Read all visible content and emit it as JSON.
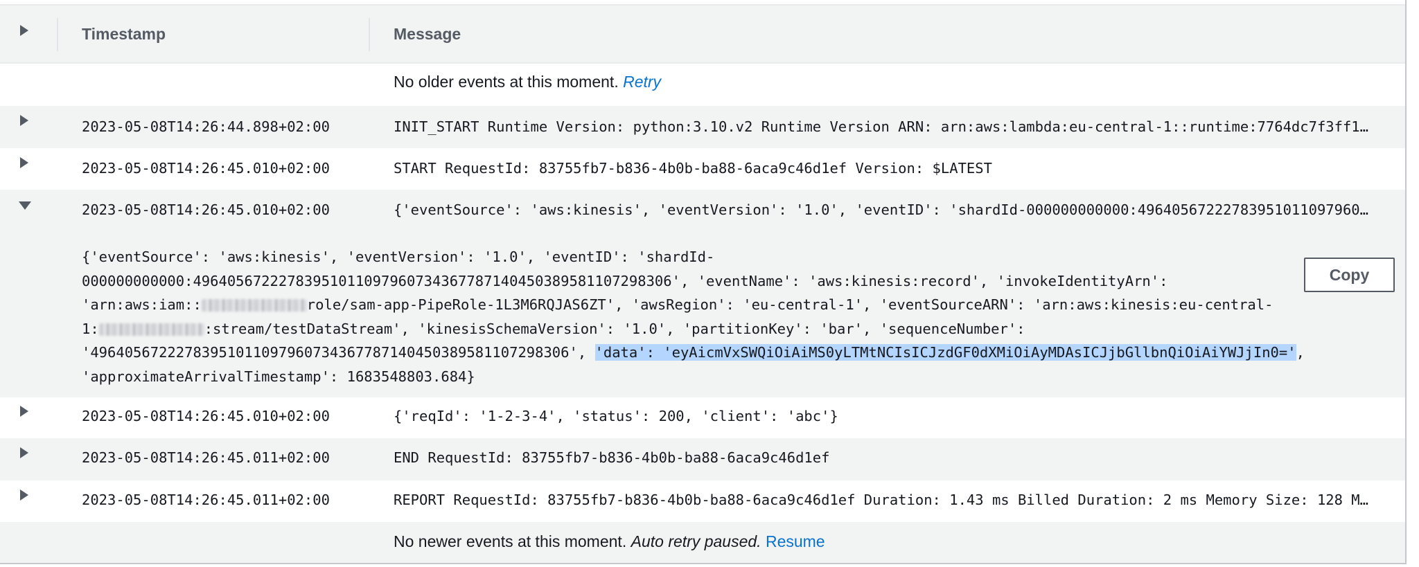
{
  "columns": {
    "timestamp": "Timestamp",
    "message": "Message"
  },
  "older_notice": {
    "text": "No older events at this moment.",
    "retry_label": "Retry"
  },
  "events": [
    {
      "timestamp": "2023-05-08T14:26:44.898+02:00",
      "message": "INIT_START Runtime Version: python:3.10.v2 Runtime Version ARN: arn:aws:lambda:eu-central-1::runtime:7764dc7f3ff1…",
      "expanded": false
    },
    {
      "timestamp": "2023-05-08T14:26:45.010+02:00",
      "message": "START RequestId: 83755fb7-b836-4b0b-ba88-6aca9c46d1ef Version: $LATEST",
      "expanded": false
    },
    {
      "timestamp": "2023-05-08T14:26:45.010+02:00",
      "message": "{'eventSource': 'aws:kinesis', 'eventVersion': '1.0', 'eventID': 'shardId-000000000000:49640567222783951011097960…",
      "expanded": true,
      "detail": {
        "line1": "{'eventSource': 'aws:kinesis', 'eventVersion': '1.0', 'eventID': 'shardId-",
        "line2": "000000000000:49640567222783951011097960734367787140450389581107298306', 'eventName': 'aws:kinesis:record', 'invokeIdentityArn':",
        "line3_pre": "'arn:aws:iam::",
        "line3_post": "role/sam-app-PipeRole-1L3M6RQJAS6ZT', 'awsRegion': 'eu-central-1', 'eventSourceARN': 'arn:aws:kinesis:eu-central-",
        "line4_pre": "1:",
        "line4_post": ":stream/testDataStream', 'kinesisSchemaVersion': '1.0', 'partitionKey': 'bar', 'sequenceNumber':",
        "line5_pre": "'49640567222783951011097960734367787140450389581107298306', ",
        "line5_hl": "'data': 'eyAicmVxSWQiOiAiMS0yLTMtNCIsICJzdGF0dXMiOiAyMDAsICJjbGllbnQiOiAiYWJjIn0='",
        "line5_post": ",",
        "line6": "'approximateArrivalTimestamp': 1683548803.684}",
        "copy_label": "Copy"
      }
    },
    {
      "timestamp": "2023-05-08T14:26:45.010+02:00",
      "message": "{'reqId': '1-2-3-4', 'status': 200, 'client': 'abc'}",
      "expanded": false
    },
    {
      "timestamp": "2023-05-08T14:26:45.011+02:00",
      "message": "END RequestId: 83755fb7-b836-4b0b-ba88-6aca9c46d1ef",
      "expanded": false
    },
    {
      "timestamp": "2023-05-08T14:26:45.011+02:00",
      "message": "REPORT RequestId: 83755fb7-b836-4b0b-ba88-6aca9c46d1ef Duration: 1.43 ms Billed Duration: 2 ms Memory Size: 128 M…",
      "expanded": false
    }
  ],
  "newer_notice": {
    "text": "No newer events at this moment.",
    "paused_text": "Auto retry paused.",
    "resume_label": "Resume"
  },
  "icons": {
    "expand": "caret-right-icon",
    "collapse": "caret-down-icon"
  },
  "colors": {
    "link": "#0972d3",
    "row_alt": "#f2f3f3",
    "selection": "#b4d5fe"
  }
}
